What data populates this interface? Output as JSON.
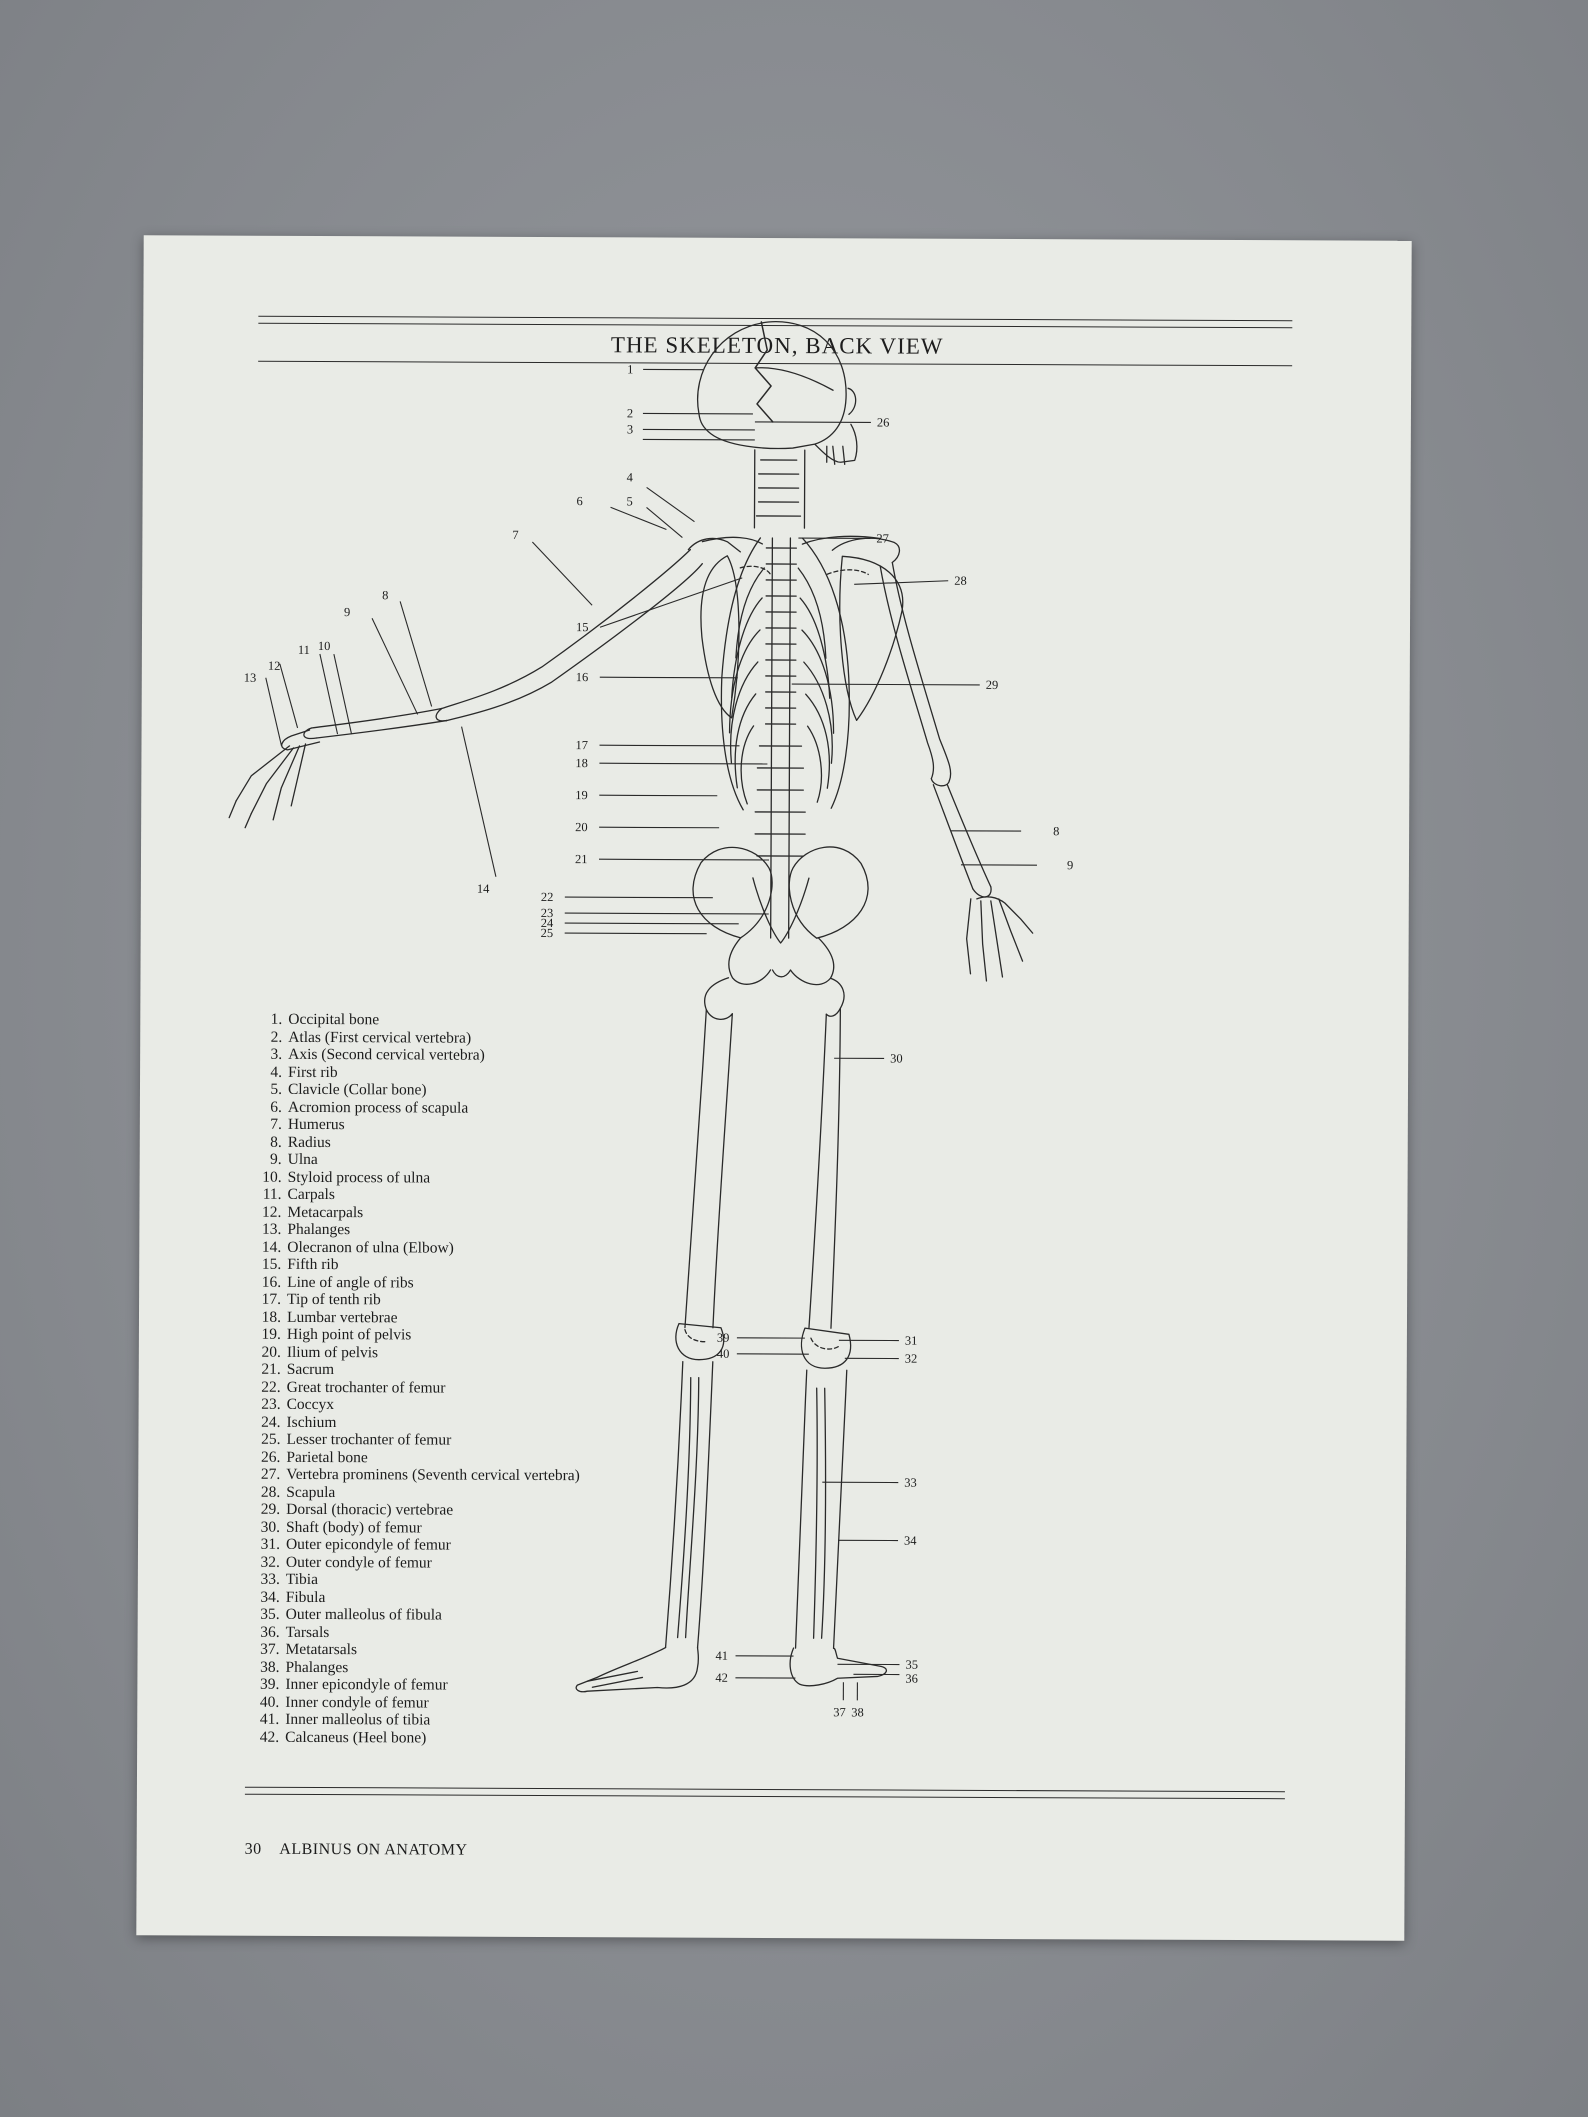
{
  "header": {
    "title": "THE SKELETON, BACK VIEW"
  },
  "footer": {
    "page_number": "30",
    "book_title": "ALBINUS ON ANATOMY"
  },
  "legend": [
    {
      "n": "1.",
      "label": "Occipital bone"
    },
    {
      "n": "2.",
      "label": "Atlas (First cervical vertebra)"
    },
    {
      "n": "3.",
      "label": "Axis (Second cervical vertebra)"
    },
    {
      "n": "4.",
      "label": "First rib"
    },
    {
      "n": "5.",
      "label": "Clavicle (Collar bone)"
    },
    {
      "n": "6.",
      "label": "Acromion process of scapula"
    },
    {
      "n": "7.",
      "label": "Humerus"
    },
    {
      "n": "8.",
      "label": "Radius"
    },
    {
      "n": "9.",
      "label": "Ulna"
    },
    {
      "n": "10.",
      "label": "Styloid process of ulna"
    },
    {
      "n": "11.",
      "label": "Carpals"
    },
    {
      "n": "12.",
      "label": "Metacarpals"
    },
    {
      "n": "13.",
      "label": "Phalanges"
    },
    {
      "n": "14.",
      "label": "Olecranon of ulna (Elbow)"
    },
    {
      "n": "15.",
      "label": "Fifth rib"
    },
    {
      "n": "16.",
      "label": "Line of angle of ribs"
    },
    {
      "n": "17.",
      "label": "Tip of tenth rib"
    },
    {
      "n": "18.",
      "label": "Lumbar vertebrae"
    },
    {
      "n": "19.",
      "label": "High point of pelvis"
    },
    {
      "n": "20.",
      "label": "Ilium of pelvis"
    },
    {
      "n": "21.",
      "label": "Sacrum"
    },
    {
      "n": "22.",
      "label": "Great trochanter of femur"
    },
    {
      "n": "23.",
      "label": "Coccyx"
    },
    {
      "n": "24.",
      "label": "Ischium"
    },
    {
      "n": "25.",
      "label": "Lesser trochanter of femur"
    },
    {
      "n": "26.",
      "label": "Parietal bone"
    },
    {
      "n": "27.",
      "label": "Vertebra prominens (Seventh cervical vertebra)"
    },
    {
      "n": "28.",
      "label": "Scapula"
    },
    {
      "n": "29.",
      "label": "Dorsal (thoracic) vertebrae"
    },
    {
      "n": "30.",
      "label": "Shaft (body) of femur"
    },
    {
      "n": "31.",
      "label": "Outer epicondyle of femur"
    },
    {
      "n": "32.",
      "label": "Outer condyle of femur"
    },
    {
      "n": "33.",
      "label": "Tibia"
    },
    {
      "n": "34.",
      "label": "Fibula"
    },
    {
      "n": "35.",
      "label": "Outer malleolus of fibula"
    },
    {
      "n": "36.",
      "label": "Tarsals"
    },
    {
      "n": "37.",
      "label": "Metatarsals"
    },
    {
      "n": "38.",
      "label": "Phalanges"
    },
    {
      "n": "39.",
      "label": "Inner epicondyle of femur"
    },
    {
      "n": "40.",
      "label": "Inner condyle of femur"
    },
    {
      "n": "41.",
      "label": "Inner malleolus of tibia"
    },
    {
      "n": "42.",
      "label": "Calcaneus (Heel bone)"
    }
  ],
  "callouts": [
    "1",
    "2",
    "3",
    "4",
    "5",
    "6",
    "7",
    "8",
    "9",
    "10",
    "11",
    "12",
    "13",
    "14",
    "15",
    "16",
    "17",
    "18",
    "19",
    "20",
    "21",
    "22",
    "23",
    "24",
    "25",
    "26",
    "27",
    "28",
    "29",
    "8",
    "9",
    "30",
    "31",
    "32",
    "33",
    "34",
    "35",
    "36",
    "37",
    "38",
    "39",
    "40",
    "41",
    "42"
  ]
}
